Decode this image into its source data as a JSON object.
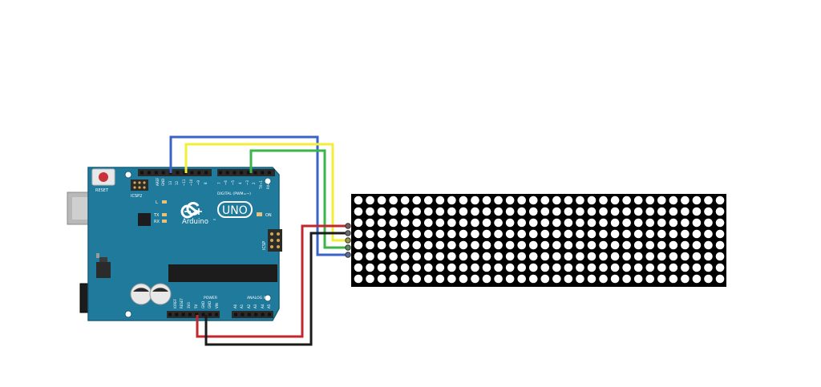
{
  "board": {
    "brand": "Arduino",
    "trademark": "™",
    "model": "UNO",
    "reset_label": "RESET",
    "icsp2_label": "ICSP2",
    "icsp_label": "ICSP",
    "on_label": "ON",
    "l_label": "L",
    "tx_label": "TX",
    "rx_label": "RX",
    "digital_label": "DIGITAL (PWM=~)",
    "analog_label": "ANALOG IN",
    "power_label": "POWER",
    "aref_label": "AREF",
    "gnd_label": "GND",
    "ioref_label": "IOREF",
    "vin_label": "VIN",
    "pin_13": "13",
    "pin_12": "12",
    "pin_11": "~11",
    "pin_10": "~10",
    "pin_9": "~9",
    "pin_8": "8",
    "pin_7": "7",
    "pin_6": "~6",
    "pin_5": "~5",
    "pin_4": "4",
    "pin_3": "~3",
    "pin_2": "2",
    "pin_tx": "TX→1",
    "pin_rx": "RX←0",
    "pin_reset": "RESET",
    "pin_33v": "3V3",
    "pin_5v": "5V",
    "pin_gnd1": "GND",
    "pin_gnd2": "GND",
    "pin_a0": "A0",
    "pin_a1": "A1",
    "pin_a2": "A2",
    "pin_a3": "A3",
    "pin_a4": "A4",
    "pin_a5": "A5"
  },
  "colors": {
    "board": "#1f7a9c",
    "board_edge": "#16617e",
    "header": "#2b2b2b",
    "matrix_bg": "#000000",
    "matrix_dot": "#ffffff",
    "wire_blue": "#3a62c9",
    "wire_yellow": "#f2ef3a",
    "wire_green": "#39b54a",
    "wire_red": "#c1272d",
    "wire_black": "#1a1a1a"
  },
  "matrix": {
    "rows": 8,
    "cols": 32
  }
}
